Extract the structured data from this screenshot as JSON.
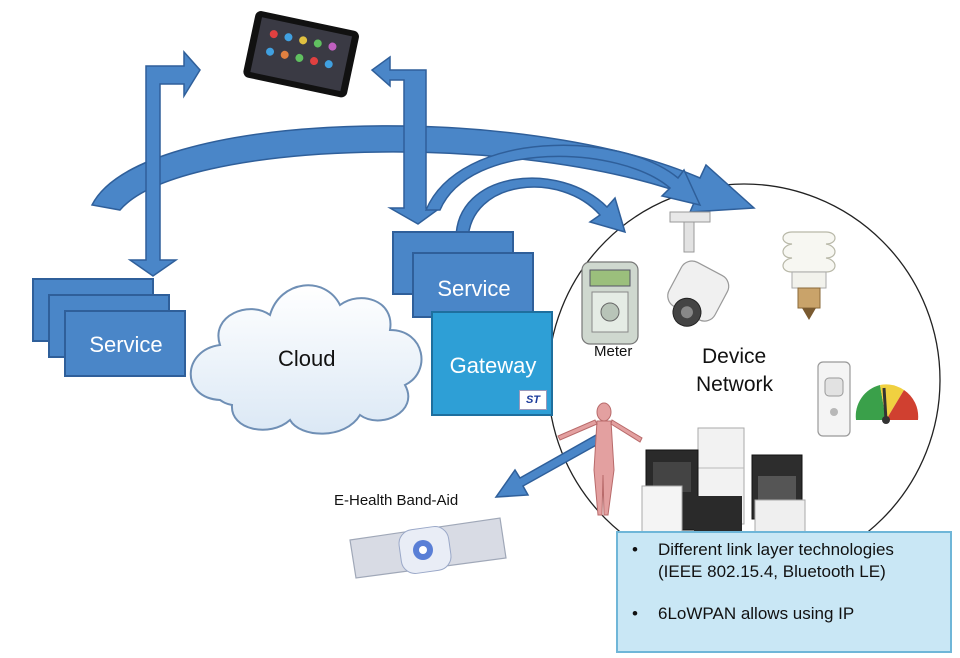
{
  "nodes": {
    "service_left": "Service",
    "service_right": "Service",
    "cloud": "Cloud",
    "gateway": "Gateway",
    "gateway_logo": "ST",
    "meter": "Meter",
    "device_network_line1": "Device",
    "device_network_line2": "Network",
    "ehealth": "E-Health Band-Aid"
  },
  "info_box": {
    "bullets": [
      "Different link layer technologies (IEEE 802.15.4, Bluetooth LE)",
      "6LoWPAN allows using IP"
    ]
  },
  "icons": [
    "tablet-icon",
    "smart-meter-icon",
    "security-camera-icon",
    "cfl-bulb-icon",
    "smart-plug-icon",
    "gauge-icon",
    "human-body-icon",
    "appliances-icon",
    "band-aid-icon"
  ],
  "colors": {
    "arrow": "#4a86c8",
    "box": "#4a86c8",
    "gateway": "#2e9fd6",
    "info_box": "#c9e7f5"
  }
}
